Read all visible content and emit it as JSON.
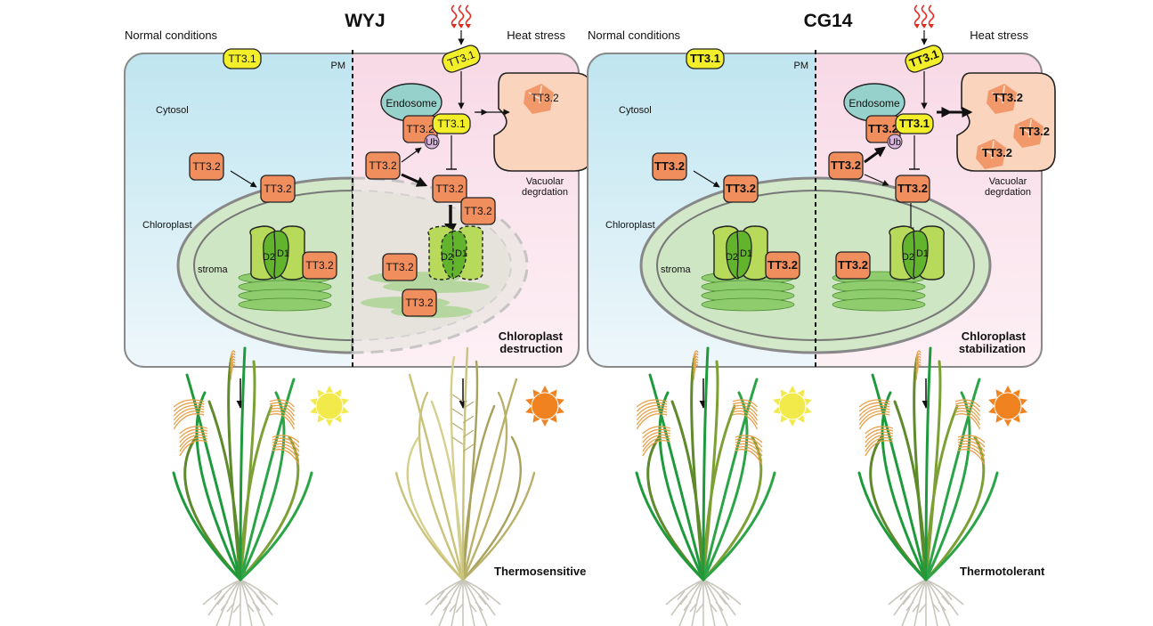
{
  "panels": [
    {
      "strain": "WYJ",
      "normal_label": "Normal conditions",
      "heat_label": "Heat stress",
      "pm_label": "PM",
      "cytosol_label": "Cytosol",
      "chloroplast_label": "Chloroplast",
      "stroma_label": "stroma",
      "endosome_label": "Endosome",
      "ub_label": "Ub",
      "tt31": "TT3.1",
      "tt32": "TT3.2",
      "d1": "D1",
      "d2": "D2",
      "vacuole_label_1": "Vacuolar",
      "vacuole_label_2": "degrdation",
      "result_1": "Chloroplast",
      "result_2": "destruction",
      "outcome": "Thermosensitive"
    },
    {
      "strain": "CG14",
      "normal_label": "Normal conditions",
      "heat_label": "Heat stress",
      "pm_label": "PM",
      "cytosol_label": "Cytosol",
      "chloroplast_label": "Chloroplast",
      "stroma_label": "stroma",
      "endosome_label": "Endosome",
      "ub_label": "Ub",
      "tt31": "TT3.1",
      "tt32": "TT3.2",
      "d1": "D1",
      "d2": "D2",
      "vacuole_label_1": "Vacuolar",
      "vacuole_label_2": "degrdation",
      "result_1": "Chloroplast",
      "result_2": "stabilization",
      "outcome": "Thermotolerant"
    }
  ],
  "colors": {
    "normal_bg": "#c6e8f1",
    "heat_bg": "#f9dde8",
    "tt31": "#f2ee2a",
    "tt32": "#f08e5e",
    "endosome": "#96d2cb",
    "ub": "#d9b4dc",
    "vacuole": "#fbd4bd",
    "chloroplast": "#d2e8c8",
    "thylakoid": "#8fcc6e",
    "d_outer": "#b8da5a",
    "d_inner": "#62b42c",
    "sun_normal": "#f2e94a",
    "sun_heat": "#f08320",
    "heat_waves": "#e32a1f"
  }
}
